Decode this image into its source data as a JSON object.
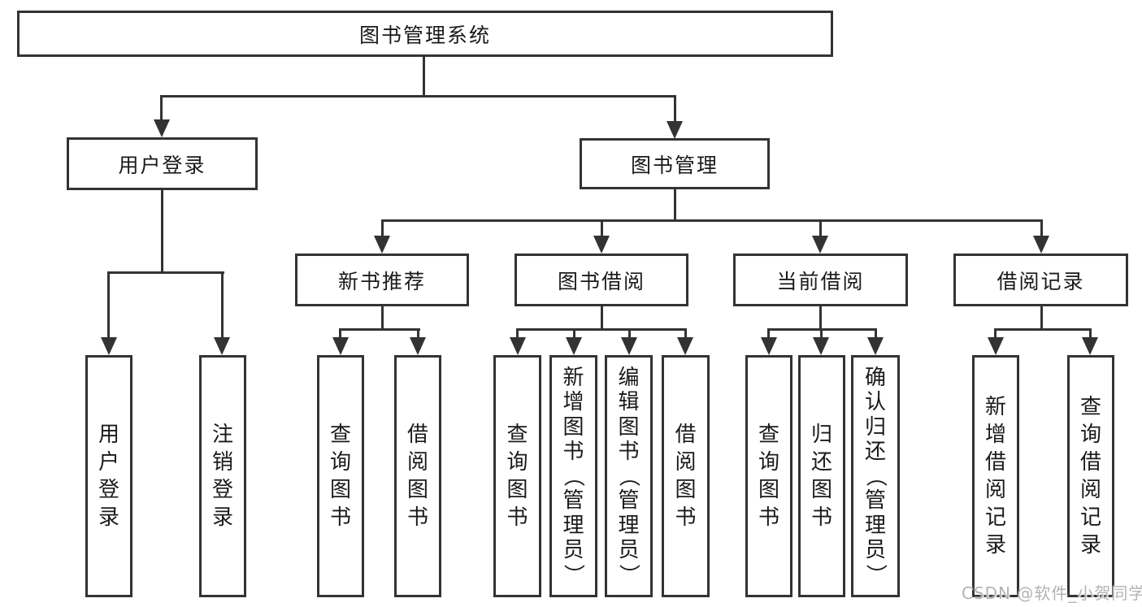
{
  "colors": {
    "line": "#333333",
    "text": "#1a1a1a",
    "watermark": "#b3b3b3",
    "background": "#ffffff"
  },
  "watermark": "CSDN @软件_小贺同学",
  "nodes": {
    "root": "图书管理系统",
    "level2": {
      "user_login": "用户登录",
      "book_management": "图书管理"
    },
    "level3": {
      "new_book_recommend": "新书推荐",
      "book_borrow": "图书借阅",
      "current_borrow": "当前借阅",
      "borrow_records": "借阅记录"
    },
    "leaves": {
      "user_login": "用户登录",
      "logout": "注销登录",
      "rec_query_books": "查询图书",
      "rec_borrow_books": "借阅图书",
      "bor_query_books": "查询图书",
      "bor_add_books": "新增图书（管理员）",
      "bor_edit_books": "编辑图书（管理员）",
      "bor_borrow_books": "借阅图书",
      "cur_query_books": "查询图书",
      "cur_return_books": "归还图书",
      "cur_confirm_return": "确认归还（管理员）",
      "rec2_add_record": "新增借阅记录",
      "rec2_query_record": "查询借阅记录"
    }
  }
}
